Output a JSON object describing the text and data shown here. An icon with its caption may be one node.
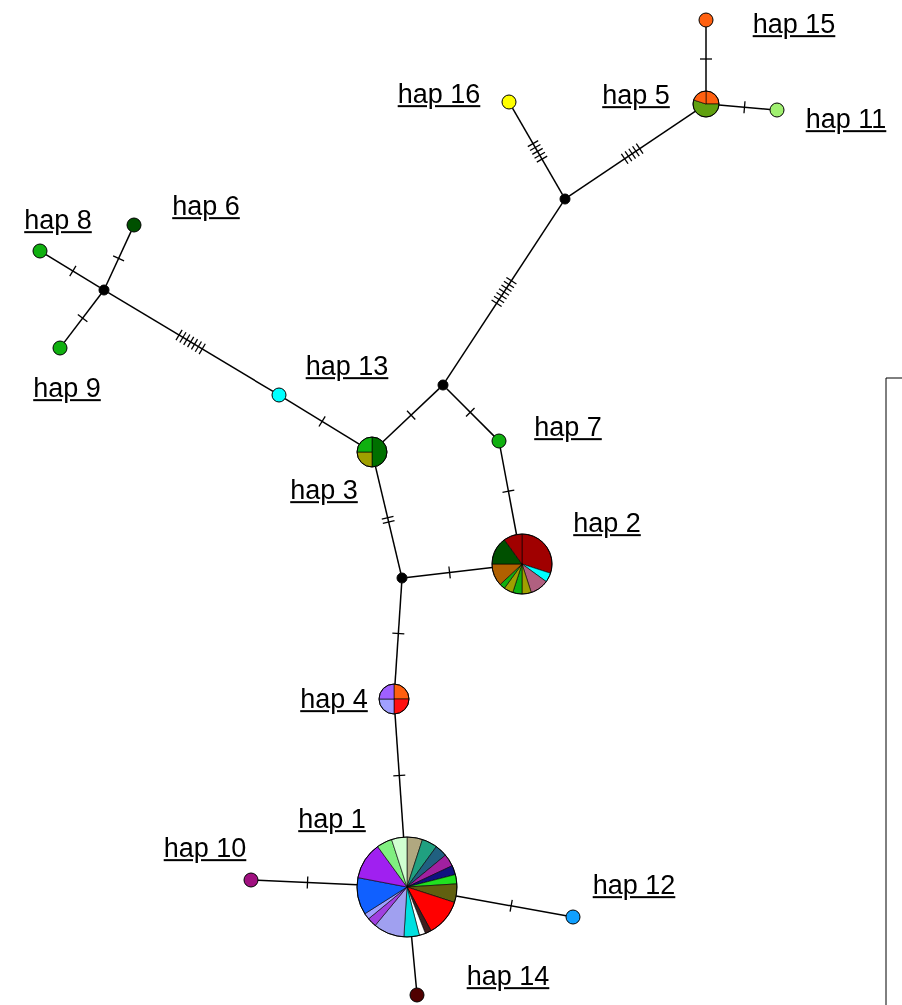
{
  "diagram": {
    "nodes": [
      {
        "text": [],
        "shape": "circle",
        "beside": [
          "hap 15"
        ]
      },
      {
        "text": [],
        "shape": "circle",
        "beside": [
          "hap 16"
        ]
      },
      {
        "text": [],
        "shape": "circle",
        "beside": [
          "hap 5"
        ]
      },
      {
        "text": [],
        "shape": "circle",
        "beside": [
          "hap 11"
        ]
      },
      {
        "text": [],
        "shape": "circle"
      },
      {
        "text": [],
        "shape": "circle",
        "beside": [
          "hap 6"
        ]
      },
      {
        "text": [],
        "shape": "circle",
        "beside": [
          "hap 8"
        ]
      },
      {
        "text": [],
        "shape": "circle"
      },
      {
        "text": [],
        "shape": "circle",
        "beside": [
          "hap 9"
        ]
      },
      {
        "text": [],
        "shape": "circle"
      },
      {
        "text": [],
        "shape": "circle",
        "beside": [
          "hap 13"
        ]
      },
      {
        "text": [],
        "shape": "circle",
        "beside": [
          "hap 7"
        ]
      },
      {
        "text": [],
        "shape": "circle",
        "beside": [
          "hap 3"
        ]
      },
      {
        "text": [],
        "shape": "circle",
        "beside": [
          "hap 2"
        ]
      },
      {
        "text": [],
        "shape": "circle"
      },
      {
        "text": [],
        "shape": "circle",
        "beside": [
          "hap 4"
        ]
      },
      {
        "text": [],
        "shape": "circle",
        "beside": [
          "hap 1"
        ]
      },
      {
        "text": [],
        "shape": "circle",
        "beside": [
          "hap 10"
        ]
      },
      {
        "text": [],
        "shape": "circle",
        "beside": [
          "hap 12"
        ]
      },
      {
        "text": [],
        "shape": "circle",
        "beside": [
          "hap 14"
        ]
      }
    ],
    "edges": [
      {
        "from": 0,
        "to": 2,
        "arrow": "none"
      },
      {
        "from": 1,
        "to": 4,
        "arrow": "none"
      },
      {
        "from": 2,
        "to": 3,
        "arrow": "none"
      },
      {
        "from": 4,
        "to": 2,
        "arrow": "none"
      },
      {
        "from": 4,
        "to": 9,
        "arrow": "none"
      },
      {
        "from": 5,
        "to": 7,
        "arrow": "none"
      },
      {
        "from": 6,
        "to": 7,
        "arrow": "none"
      },
      {
        "from": 7,
        "to": 8,
        "arrow": "none"
      },
      {
        "from": 7,
        "to": 10,
        "arrow": "none"
      },
      {
        "from": 10,
        "to": 12,
        "arrow": "none"
      },
      {
        "from": 9,
        "to": 12,
        "arrow": "none"
      },
      {
        "from": 9,
        "to": 11,
        "arrow": "none"
      },
      {
        "from": 11,
        "to": 13,
        "arrow": "none"
      },
      {
        "from": 12,
        "to": 14,
        "arrow": "none"
      },
      {
        "from": 14,
        "to": 13,
        "arrow": "none"
      },
      {
        "from": 14,
        "to": 15,
        "arrow": "none"
      },
      {
        "from": 15,
        "to": 16,
        "arrow": "none"
      },
      {
        "from": 17,
        "to": 16,
        "arrow": "none"
      },
      {
        "from": 16,
        "to": 18,
        "arrow": "none"
      },
      {
        "from": 16,
        "to": 19,
        "arrow": "none"
      }
    ]
  }
}
